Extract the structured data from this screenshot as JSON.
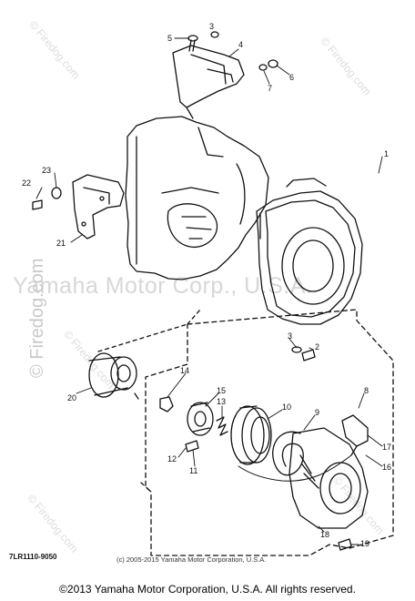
{
  "diagram": {
    "labels": [
      "1",
      "2",
      "3",
      "3",
      "4",
      "5",
      "6",
      "7",
      "8",
      "9",
      "10",
      "11",
      "12",
      "13",
      "14",
      "15",
      "16",
      "17",
      "18",
      "19",
      "20",
      "21",
      "22",
      "23"
    ]
  },
  "watermarks": {
    "center": "Yamaha Motor Corp., U.S.A.",
    "side_left_big": "© Firedog.com",
    "firedog": "© Firedog.com"
  },
  "footer": {
    "part_code": "7LR1110-9050",
    "small_copyright": "(c) 2005-2015 Yamaha Motor Corporation, U.S.A.",
    "copyright": "©2013 Yamaha Motor Corporation, U.S.A. All rights reserved."
  }
}
